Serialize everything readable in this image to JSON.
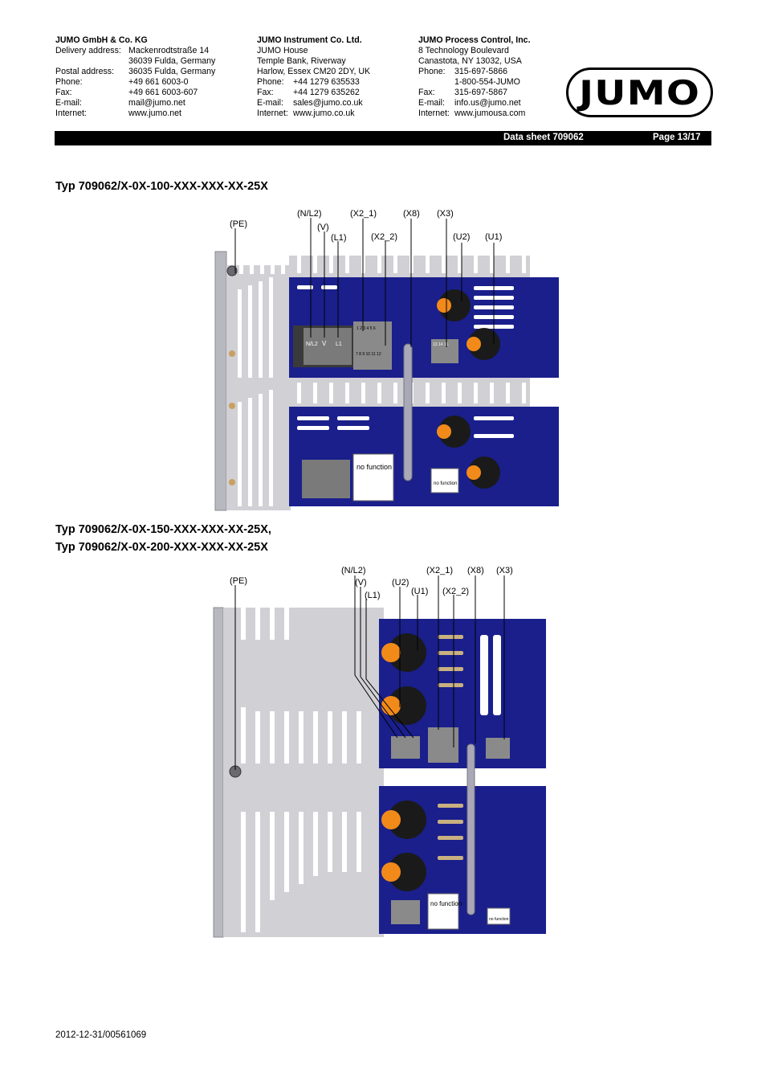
{
  "companies": [
    {
      "name": "JUMO GmbH & Co. KG",
      "rows": [
        {
          "label": "Delivery address:",
          "value": "Mackenrodtstraße 14"
        },
        {
          "label": "",
          "value": "36039 Fulda, Germany"
        },
        {
          "label": "Postal address:",
          "value": "36035 Fulda, Germany"
        },
        {
          "label": "Phone:",
          "value": "+49 661 6003-0"
        },
        {
          "label": "Fax:",
          "value": "+49 661 6003-607"
        },
        {
          "label": "E-mail:",
          "value": "mail@jumo.net"
        },
        {
          "label": "Internet:",
          "value": "www.jumo.net"
        }
      ]
    },
    {
      "name": "JUMO Instrument Co. Ltd.",
      "rows": [
        {
          "label": "",
          "value": "JUMO House"
        },
        {
          "label": "",
          "value": "Temple Bank, Riverway"
        },
        {
          "label": "",
          "value": "Harlow, Essex CM20 2DY, UK"
        },
        {
          "label": "Phone:",
          "value": "+44 1279 635533"
        },
        {
          "label": "Fax:",
          "value": "+44 1279 635262"
        },
        {
          "label": "E-mail:",
          "value": "sales@jumo.co.uk"
        },
        {
          "label": "Internet:",
          "value": "www.jumo.co.uk"
        }
      ]
    },
    {
      "name": "JUMO Process Control, Inc.",
      "rows": [
        {
          "label": "",
          "value": "8 Technology Boulevard"
        },
        {
          "label": "",
          "value": "Canastota, NY 13032, USA"
        },
        {
          "label": "Phone:",
          "value": "315-697-5866"
        },
        {
          "label": "",
          "value": "1-800-554-JUMO"
        },
        {
          "label": "Fax:",
          "value": "315-697-5867"
        },
        {
          "label": "E-mail:",
          "value": "info.us@jumo.net"
        },
        {
          "label": "Internet:",
          "value": "www.jumousa.com"
        }
      ]
    }
  ],
  "logo_text": "JUMO",
  "header_bar": {
    "datasheet": "Data sheet 709062",
    "page": "Page 13/17"
  },
  "section1": {
    "title": "Typ 709062/X-0X-100-XXX-XXX-XX-25X",
    "labels": {
      "pe": "(PE)",
      "nl2": "(N/L2)",
      "v": "(V)",
      "l1": "(L1)",
      "x2_1": "(X2_1)",
      "x2_2": "(X2_2)",
      "x8": "(X8)",
      "x3": "(X3)",
      "u2": "(U2)",
      "u1": "(U1)"
    },
    "terminal_text": {
      "nl2": "N/L2",
      "v": "V",
      "l1": "L1",
      "tb_top": "1 2 3 4 5 6",
      "tb_bot": "7 8 9 10 11 12",
      "x3": "13 14 15"
    },
    "no_function": "no function"
  },
  "section2": {
    "title_line1": "Typ 709062/X-0X-150-XXX-XXX-XX-25X,",
    "title_line2": "Typ 709062/X-0X-200-XXX-XXX-XX-25X",
    "labels": {
      "pe": "(PE)",
      "nl2": "(N/L2)",
      "v": "(V)",
      "l1": "(L1)",
      "u2": "(U2)",
      "u1": "(U1)",
      "x2_1": "(X2_1)",
      "x2_2": "(X2_2)",
      "x8": "(X8)",
      "x3": "(X3)"
    },
    "no_function": "no function"
  },
  "footer": {
    "doc_id": "2012-12-31/00561069"
  },
  "colors": {
    "housing_blue": "#1a1f8c",
    "heatsink_grey": "#c9c9cc",
    "knob_orange": "#f28a1a"
  }
}
